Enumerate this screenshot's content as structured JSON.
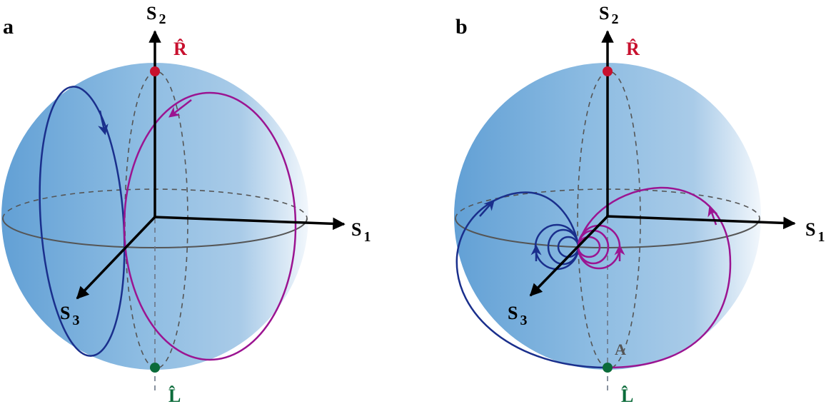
{
  "colors": {
    "blue_path": "#1a2f8c",
    "magenta_path": "#9b1491",
    "R_point": "#c8102e",
    "L_point": "#0b6b3a",
    "A_label": "#555555"
  },
  "panels": [
    {
      "label": "a",
      "axes": {
        "s1": {
          "main": "S",
          "sub": "1"
        },
        "s2": {
          "main": "S",
          "sub": "2"
        },
        "s3": {
          "main": "S",
          "sub": "3"
        }
      },
      "points": {
        "R": "R̂",
        "L": "L̂"
      }
    },
    {
      "label": "b",
      "axes": {
        "s1": {
          "main": "S",
          "sub": "1"
        },
        "s2": {
          "main": "S",
          "sub": "2"
        },
        "s3": {
          "main": "S",
          "sub": "3"
        }
      },
      "points": {
        "R": "R̂",
        "L": "L̂",
        "A": "A"
      }
    }
  ]
}
